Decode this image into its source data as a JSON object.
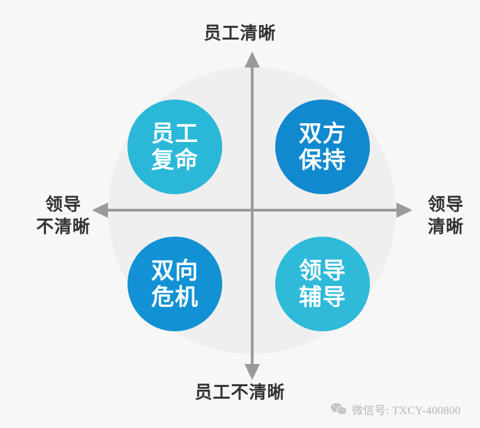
{
  "diagram": {
    "type": "2x2-quadrant-matrix",
    "background_color": "#f7f7f7",
    "backdrop_disc_color": "#efefef",
    "axis_color": "#9a9a9a",
    "axes": {
      "vertical_top_label": "员工清晰",
      "vertical_bottom_label": "员工不清晰",
      "horizontal_left_label_line1": "领导",
      "horizontal_left_label_line2": "不清晰",
      "horizontal_right_label_line1": "领导",
      "horizontal_right_label_line2": "清晰"
    },
    "quadrants": [
      {
        "id": "top-left",
        "line1": "员工",
        "line2": "复命",
        "color": "#2bb8d8"
      },
      {
        "id": "top-right",
        "line1": "双方",
        "line2": "保持",
        "color": "#1189cf"
      },
      {
        "id": "bottom-left",
        "line1": "双向",
        "line2": "危机",
        "color": "#1292d4"
      },
      {
        "id": "bottom-right",
        "line1": "领导",
        "line2": "辅导",
        "color": "#2fbad9"
      }
    ]
  },
  "watermark": {
    "icon": "wechat-icon",
    "text": "微信号: TXCY-400800"
  }
}
